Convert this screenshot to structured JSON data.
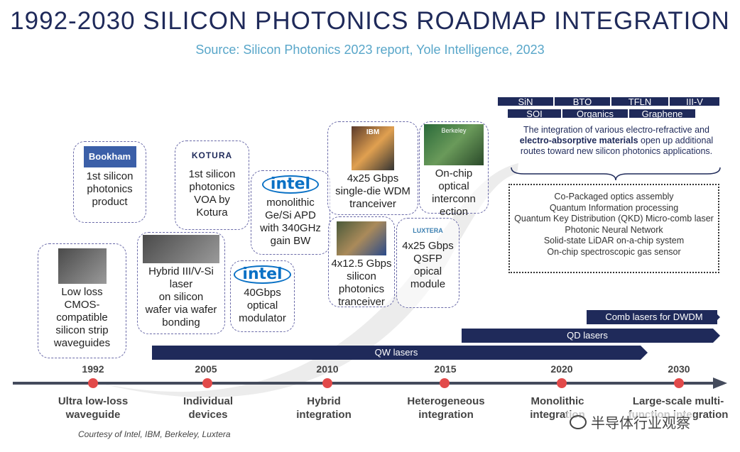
{
  "title": "1992-2030 SILICON PHOTONICS ROADMAP INTEGRATION",
  "subtitle": "Source: Silicon Photonics 2023 report, Yole Intelligence, 2023",
  "milestones": [
    {
      "id": "bookham",
      "logo_text": "Bookham",
      "text": "1st silicon\nphotonics\nproduct"
    },
    {
      "id": "waveguides",
      "text": "Low loss\nCMOS-\ncompatible\nsilicon strip\nwaveguides"
    },
    {
      "id": "kotura",
      "logo_text": "KOTURA",
      "text": "1st silicon\nphotonics\nVOA by\nKotura"
    },
    {
      "id": "hybrid",
      "text": "Hybrid III/V-Si\nlaser\non silicon\nwafer via wafer\nbonding"
    },
    {
      "id": "apd",
      "logo_text": "intel",
      "text": "monolithic\nGe/Si APD\nwith 340GHz\ngain BW"
    },
    {
      "id": "modulator",
      "logo_text": "intel",
      "text": "40Gbps\noptical\nmodulator"
    },
    {
      "id": "wdm",
      "logo_text": "IBM",
      "text": "4x25 Gbps\nsingle-die WDM\ntranceiver"
    },
    {
      "id": "transceiver",
      "text": "4x12.5 Gbps\nsilicon\nphotonics\ntranceiver"
    },
    {
      "id": "interconnection",
      "logo_text": "Berkeley",
      "text": "On-chip\noptical\ninterconn\nection"
    },
    {
      "id": "qsfp",
      "logo_text": "LUXTERA",
      "text": "4x25 Gbps\nQSFP\nopical\nmodule"
    }
  ],
  "materials": {
    "row1": [
      "SiN",
      "BTO",
      "TFLN",
      "III-V"
    ],
    "row2": [
      "SOI",
      "Organics",
      "Graphene"
    ]
  },
  "integration_text": {
    "part1": "The integration of various electro-refractive and ",
    "bold": "electro-absorptive materials",
    "part2": " open up additional routes toward new silicon photonics applications."
  },
  "applications": [
    "Co-Packaged optics assembly",
    "Quantum Information processing",
    "Quantum Key Distribution (QKD) Micro-comb laser",
    "Photonic Neural Network",
    "Solid-state LiDAR on-a-chip system",
    "On-chip spectroscopic gas sensor"
  ],
  "laser_bars": {
    "comb": "Comb lasers for DWDM",
    "qd": "QD lasers",
    "qw": "QW lasers"
  },
  "timeline": {
    "years": [
      "1992",
      "2005",
      "2010",
      "2015",
      "2020",
      "2030"
    ],
    "eras": [
      "Ultra low-loss\nwaveguide",
      "Individual\ndevices",
      "Hybrid\nintegration",
      "Heterogeneous\nintegration",
      "Monolithic\nintegration",
      "Large-scale multi-\nfunction integration"
    ]
  },
  "courtesy": "Courtesy of Intel, IBM, Berkeley, Luxtera",
  "watermark": "半导体行业观察",
  "colors": {
    "navy": "#1f2a5a",
    "accent_blue": "#58a6c9",
    "dot_red": "#e24a4a"
  }
}
